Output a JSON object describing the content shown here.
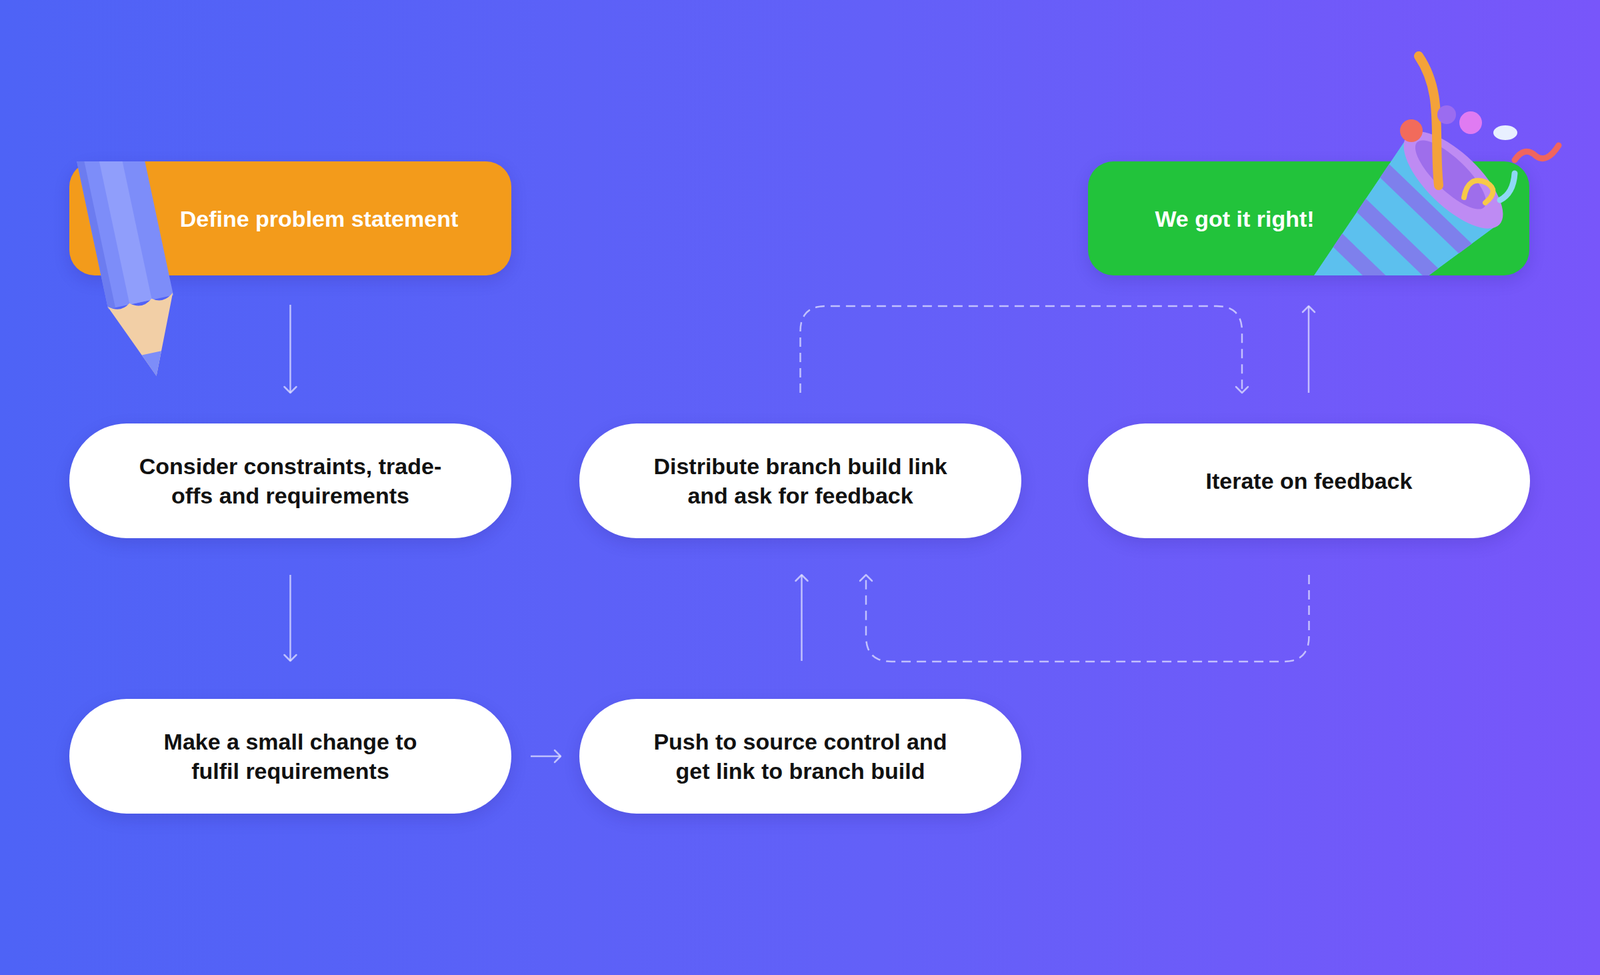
{
  "diagram": {
    "nodes": [
      {
        "text": [
          "Define problem statement"
        ]
      },
      {
        "text": [
          "Consider constraints, trade-offs and requirements"
        ]
      },
      {
        "text": [
          "Make a small change to fulfil requirements"
        ]
      },
      {
        "text": [
          "Push to source control and get link to branch build"
        ]
      },
      {
        "text": [
          "Distribute branch build link and ask for feedback"
        ]
      },
      {
        "text": [
          "Iterate on feedback"
        ]
      },
      {
        "text": [
          "We got it right!"
        ]
      }
    ],
    "edges": [
      {
        "from": 0,
        "to": 1,
        "arrow": "to"
      },
      {
        "from": 1,
        "to": 2,
        "arrow": "to"
      },
      {
        "from": 2,
        "to": 3,
        "arrow": "to"
      },
      {
        "from": 3,
        "to": 4,
        "arrow": "to"
      },
      {
        "from": 4,
        "to": 5,
        "arrow": "to"
      },
      {
        "from": 5,
        "to": 6,
        "arrow": "to"
      },
      {
        "from": 5,
        "to": 4,
        "arrow": "to"
      }
    ]
  }
}
